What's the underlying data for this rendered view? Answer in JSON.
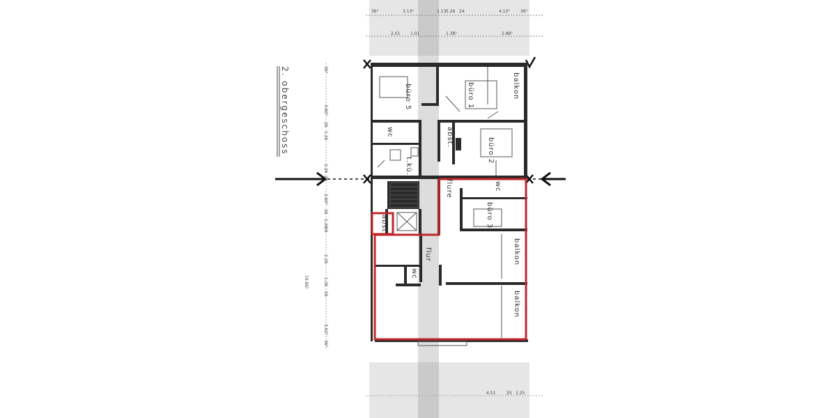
{
  "title": "2. obergeschoss",
  "rooms": {
    "buero5": "büro 5",
    "buero1": "büro 1",
    "balkon1": "balkon",
    "wc1": "wc",
    "abst1": "abst.",
    "buero2": "büro 2",
    "tkue": "t.kü.",
    "flure": "flure",
    "wc2": "wc",
    "buero3": "büro 3",
    "abst2": "abst.",
    "flur": "flur",
    "balkon2": "balkon",
    "wc3": "wc",
    "balkon3": "balkon"
  },
  "dimensions": {
    "top_row1": [
      "36⁵",
      "3.13⁵",
      "1.13⁵",
      "1.26",
      "24",
      "4.13⁵",
      "36⁵"
    ],
    "top_row2": [
      "2.01",
      "1.01",
      "1.38⁵",
      "2.88⁵"
    ],
    "left": [
      "36⁵",
      "3.60⁵",
      "26",
      "1.26",
      "2.26",
      "26",
      "2.60⁵",
      "26",
      "1.26",
      "26",
      "2.26",
      "1.26",
      "26",
      "3.62⁵",
      "36⁵"
    ],
    "left_total": "19.86⁵",
    "bottom": [
      "4.51",
      "25",
      "1.25"
    ]
  },
  "colors": {
    "highlight": "#c0262a",
    "walls": "#2a2a2a"
  }
}
